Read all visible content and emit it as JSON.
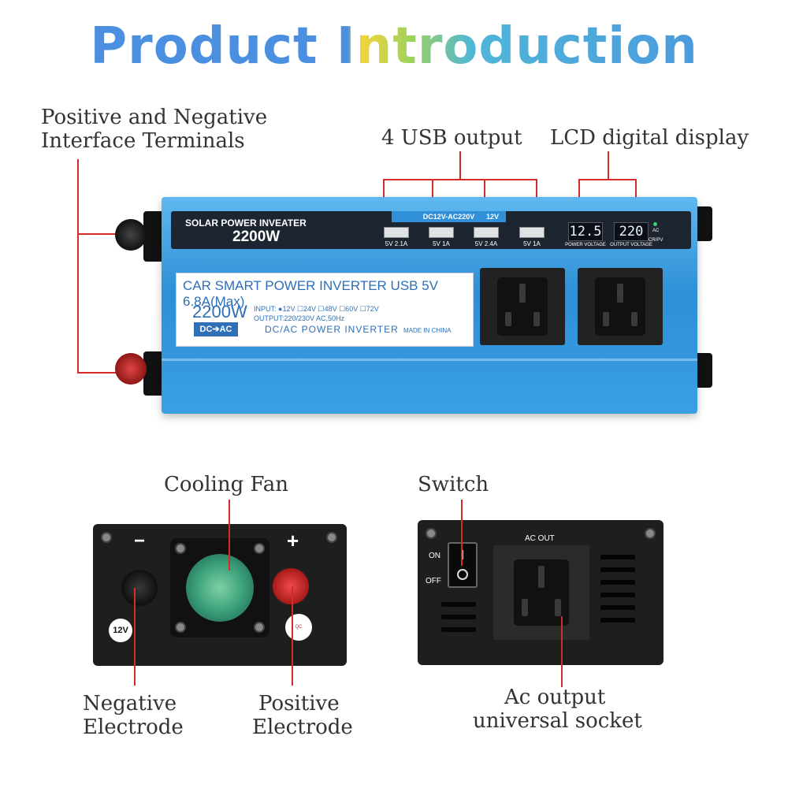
{
  "header": {
    "title": "Product Introduction"
  },
  "callouts": {
    "terminals": [
      "Positive and Negative",
      "Interface Terminals"
    ],
    "usb": "4 USB output",
    "lcd": "LCD digital display",
    "fan": "Cooling Fan",
    "switch": "Switch",
    "negative": [
      "Negative",
      "Electrode"
    ],
    "positive": [
      "Positive",
      "Electrode"
    ],
    "ac_output": [
      "Ac output",
      "universal socket"
    ]
  },
  "inverter": {
    "brand": "SOLAR POWER INVEATER",
    "power": "2200W",
    "dc_strip": "DC12V-AC220V",
    "voltage_badge": "12V",
    "usb_ports": [
      "5V 2.1A",
      "5V 1A",
      "5V 2.4A",
      "5V 1A"
    ],
    "lcd_values": [
      "12.5",
      "220"
    ],
    "lcd_labels": [
      "POWER VOLTAGE",
      "OUTPUT VOLTAGE"
    ],
    "indicator_labels": [
      "AC",
      "CR/PV"
    ],
    "sticker": {
      "title": "CAR SMART POWER INVERTER USB 5V 6.8A(Max)",
      "power": "2200W",
      "dcac": "DC➔AC",
      "input": "INPUT: ●12V ☐24V ☐48V ☐60V ☐72V",
      "output": "OUTPUT:220/230V AC,50Hz",
      "model": "DC/AC POWER INVERTER",
      "made_in": "MADE IN CHINA"
    }
  },
  "ends": {
    "minus": "−",
    "plus": "+",
    "voltage_badge": "12V",
    "qc_badge": "QC PASSED",
    "ac_out": "AC OUT",
    "on": "ON",
    "off": "OFF"
  },
  "colors": {
    "accent_blue": "#3a9fe3",
    "callout_red": "#d42a2a",
    "title_blue": "#4a8fe0",
    "title_yellow": "#f2d43a"
  }
}
